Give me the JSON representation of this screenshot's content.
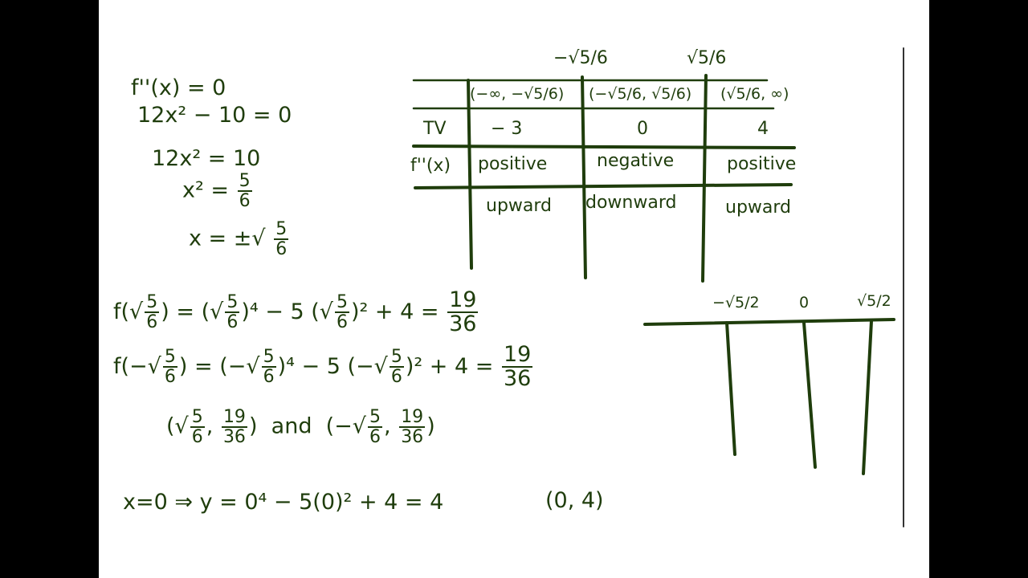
{
  "colors": {
    "ink": "#1f3d0c",
    "board": "#ffffff",
    "margin": "#000000"
  },
  "derivation": [
    "f''(x) = 0",
    "12x² − 10 = 0",
    "12x² = 10",
    "x² =",
    "x = ±√"
  ],
  "derivation_frac": {
    "num": "5",
    "den": "6"
  },
  "table": {
    "top_labels": [
      "−√5/6",
      "√5/6"
    ],
    "interval_headers": [
      "(−∞, −√5/6)",
      "(−√5/6, √5/6)",
      "(√5/6, ∞)"
    ],
    "row_tv": {
      "label": "TV",
      "values": [
        "− 3",
        "0",
        "4"
      ]
    },
    "row_sign": {
      "label": "f''(x)",
      "values": [
        "positive",
        "negative",
        "positive"
      ]
    },
    "row_concavity": {
      "label": "",
      "values": [
        "upward",
        "downward",
        "upward"
      ]
    }
  },
  "eval1": {
    "lhs": "f(√",
    "mid": ") = (√",
    "pow": ")⁴ − 5 (√",
    "tail": ")² + 4 =",
    "result_num": "19",
    "result_den": "36"
  },
  "eval2": {
    "lhs": "f(−√",
    "mid": ") = (−√",
    "pow": ")⁴ − 5 (−√",
    "tail": ")² + 4 =",
    "result_num": "19",
    "result_den": "36"
  },
  "points": {
    "p1_open": "(√",
    "p1_sep": ",",
    "p1_close": ")",
    "and": "and",
    "p2_open": "(−√",
    "p2_sep": ",",
    "p2_close": ")"
  },
  "last_line": {
    "left": "x=0  ⇒   y = 0⁴ − 5(0)² + 4 = 4",
    "point": "(0, 4)"
  },
  "number_line": {
    "labels": [
      "−√5/2",
      "0",
      "√5/2"
    ]
  }
}
